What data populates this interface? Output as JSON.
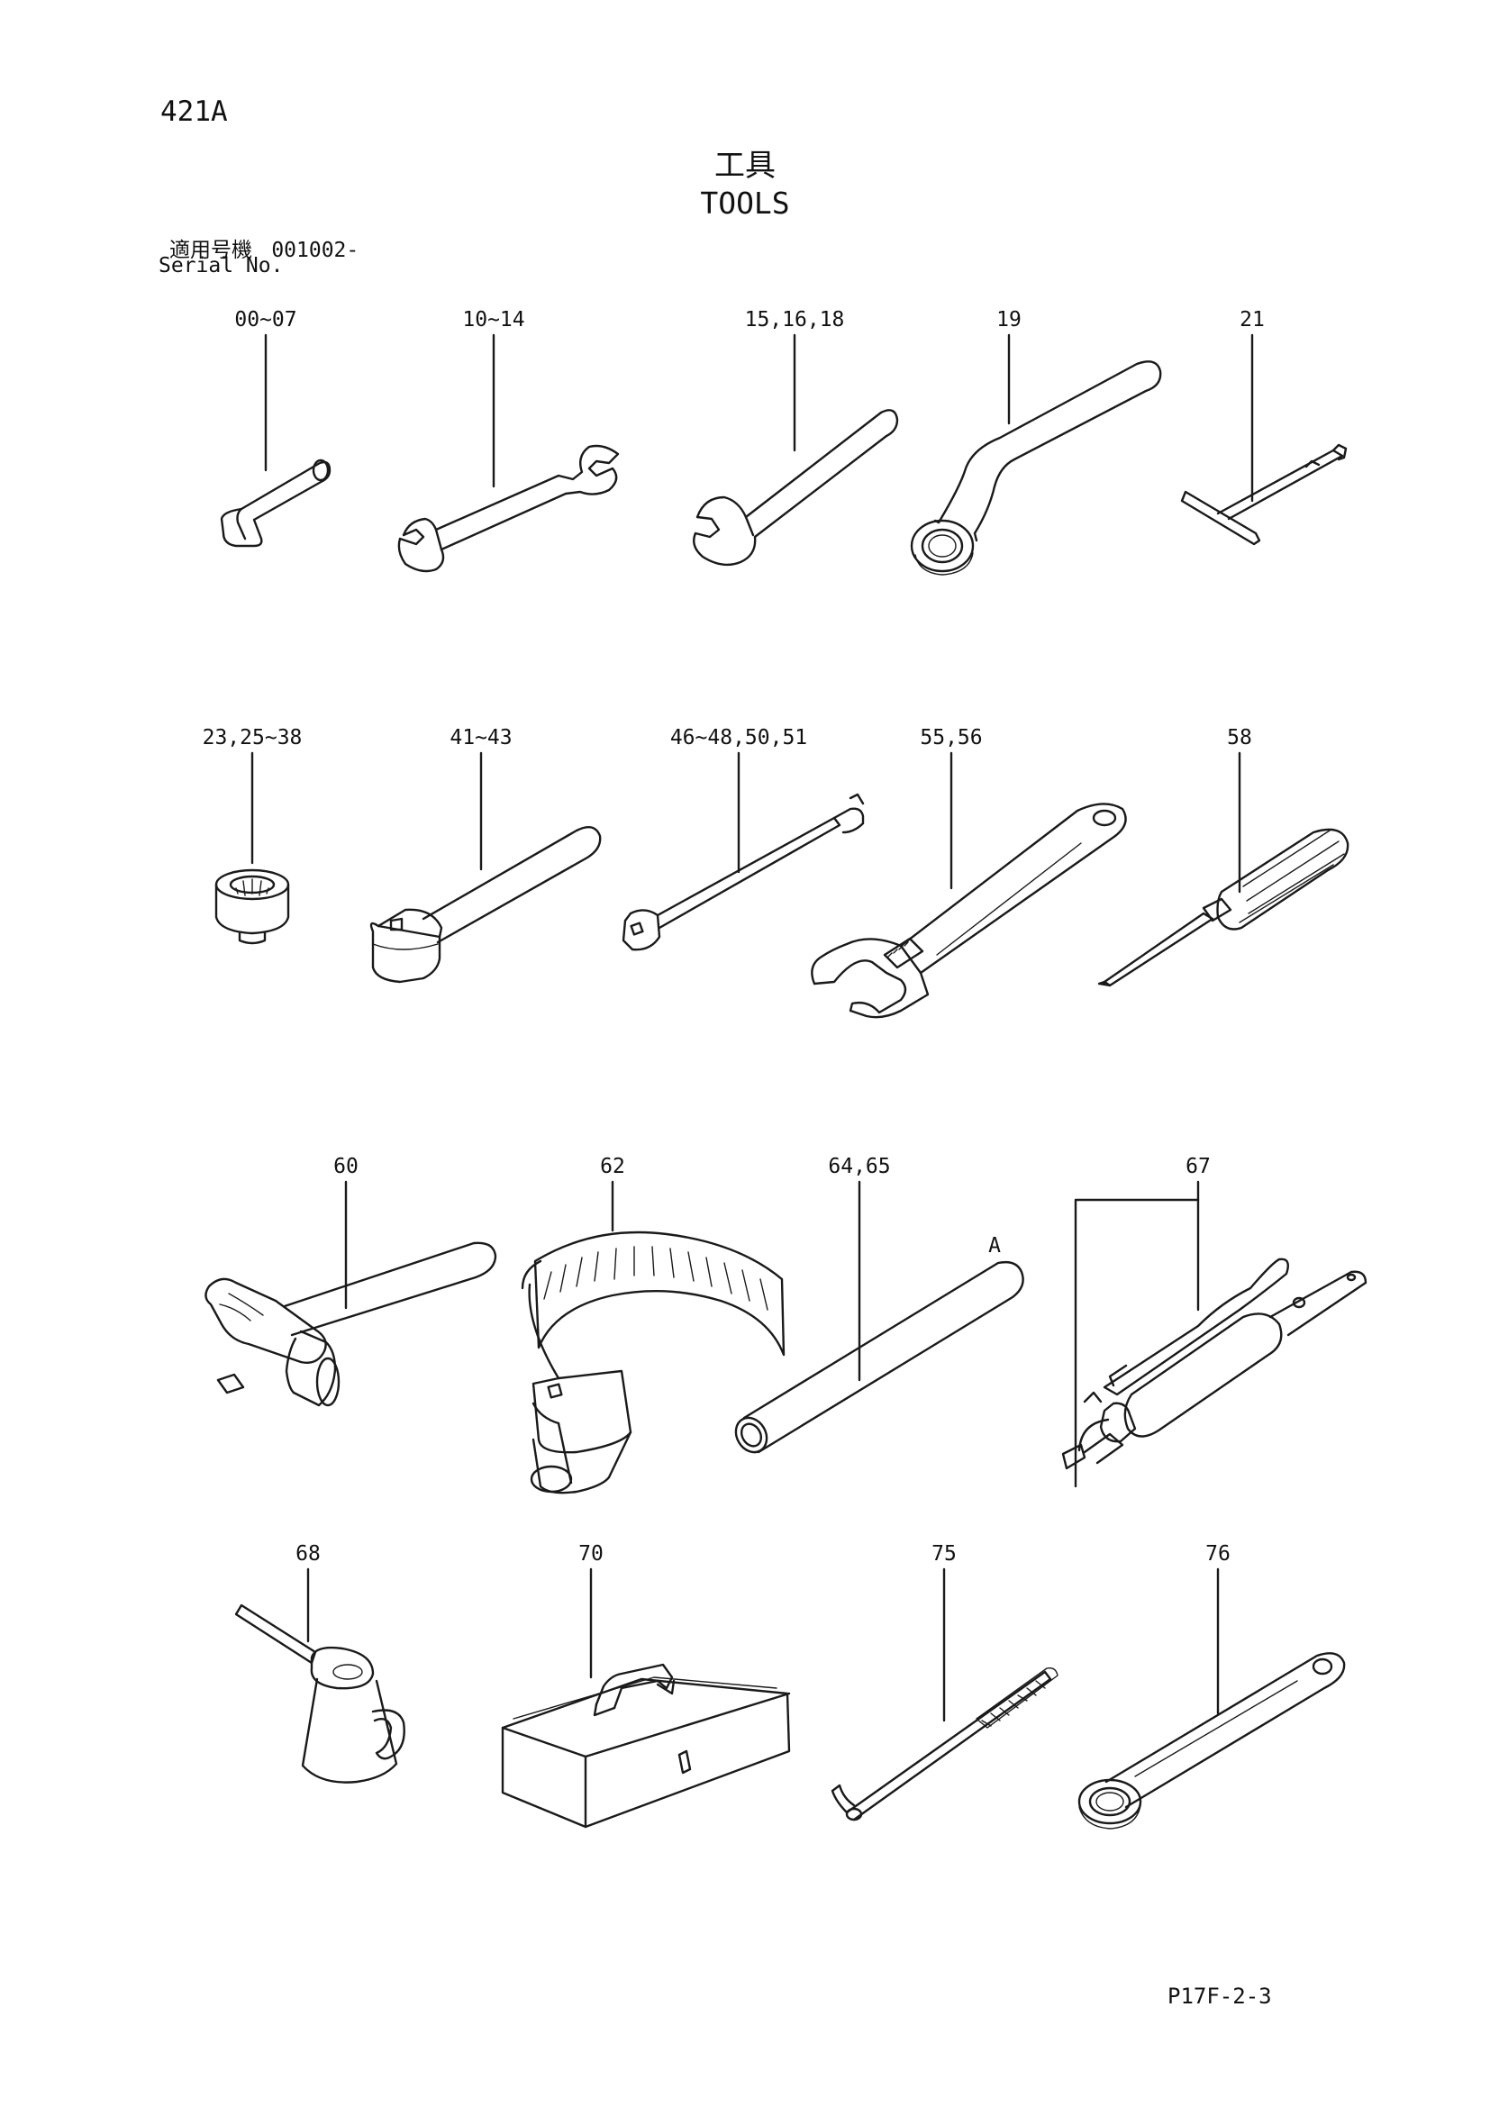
{
  "header": {
    "page_number": "421A",
    "title_jp": "工具",
    "title_en": "TOOLS",
    "serial_label_jp": "適用号機",
    "serial_value": "001002-",
    "serial_label_en": "Serial No."
  },
  "parts": [
    {
      "label": "00~07",
      "item": "hex-key"
    },
    {
      "label": "10~14",
      "item": "double-open-end-wrench"
    },
    {
      "label": "15,16,18",
      "item": "single-open-end-wrench"
    },
    {
      "label": "19",
      "item": "offset-ring-wrench"
    },
    {
      "label": "21",
      "item": "t-handle-wrench"
    },
    {
      "label": "23,25~38",
      "item": "socket"
    },
    {
      "label": "41~43",
      "item": "ratchet-handle"
    },
    {
      "label": "46~48,50,51",
      "item": "extension-bar"
    },
    {
      "label": "55,56",
      "item": "adjustable-wrench"
    },
    {
      "label": "58",
      "item": "screwdriver"
    },
    {
      "label": "60",
      "item": "hammer"
    },
    {
      "label": "62",
      "item": "filter-wrench"
    },
    {
      "label": "64,65",
      "item": "pipe"
    },
    {
      "label": "67",
      "item": "grease-gun"
    },
    {
      "label": "68",
      "item": "oil-can"
    },
    {
      "label": "70",
      "item": "tool-box"
    },
    {
      "label": "75",
      "item": "hook-bar"
    },
    {
      "label": "76",
      "item": "ring-wrench"
    }
  ],
  "callouts": {
    "a_label": "A"
  },
  "footer": {
    "code": "P17F-2-3"
  }
}
